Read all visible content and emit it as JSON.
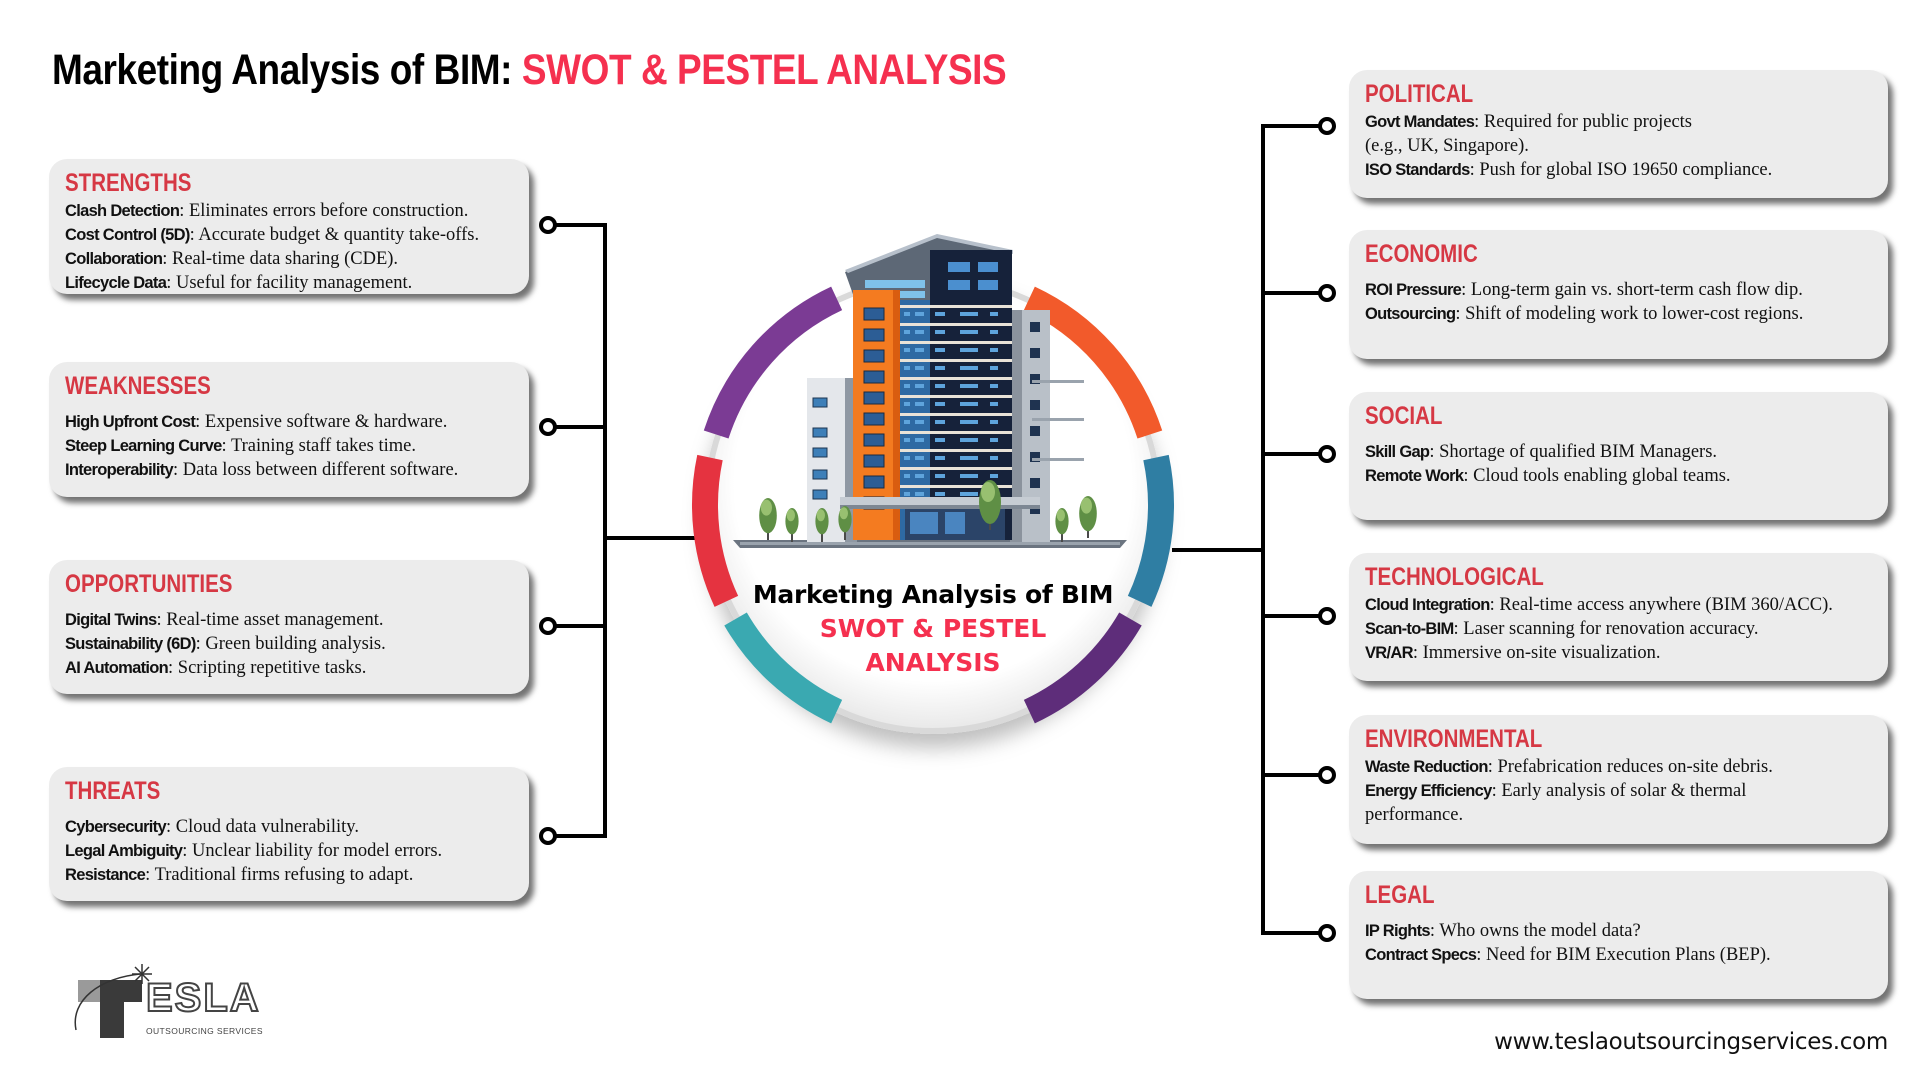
{
  "title": {
    "part1": "Marketing Analysis of BIM:",
    "part2": "SWOT & PESTEL ANALYSIS"
  },
  "center": {
    "line1": "Marketing Analysis of BIM",
    "line2": "SWOT & PESTEL",
    "line3": "ANALYSIS",
    "ring_colors": [
      "#7b3b94",
      "#e53340",
      "#3aa9b1",
      "#f25a2b",
      "#2f7ea3",
      "#5e2d7a"
    ]
  },
  "swot": [
    {
      "heading": "STRENGTHS",
      "items": [
        {
          "key": "Clash Detection",
          "text": ": Eliminates errors before construction."
        },
        {
          "key": "Cost Control (5D)",
          "text": ": Accurate budget & quantity take-offs."
        },
        {
          "key": "Collaboration",
          "text": ": Real-time data sharing (CDE)."
        },
        {
          "key": "Lifecycle Data",
          "text": ": Useful for facility management."
        }
      ]
    },
    {
      "heading": "WEAKNESSES",
      "items": [
        {
          "key": "High Upfront Cost",
          "text": ": Expensive software & hardware."
        },
        {
          "key": "Steep Learning Curve",
          "text": ": Training staff takes time."
        },
        {
          "key": "Interoperability",
          "text": ": Data loss between different software."
        }
      ]
    },
    {
      "heading": "OPPORTUNITIES",
      "items": [
        {
          "key": "Digital Twins",
          "text": ": Real-time asset management."
        },
        {
          "key": "Sustainability (6D)",
          "text": ": Green building analysis."
        },
        {
          "key": "AI Automation",
          "text": ": Scripting repetitive tasks."
        }
      ]
    },
    {
      "heading": "THREATS",
      "items": [
        {
          "key": "Cybersecurity",
          "text": ": Cloud data vulnerability."
        },
        {
          "key": "Legal Ambiguity",
          "text": ": Unclear liability for model errors."
        },
        {
          "key": "Resistance",
          "text": ": Traditional firms refusing to adapt."
        }
      ]
    }
  ],
  "pestel": [
    {
      "heading": "POLITICAL",
      "items": [
        {
          "key": "Govt Mandates",
          "text": ": Required for public projects"
        },
        {
          "key": "",
          "text": "(e.g., UK, Singapore)."
        },
        {
          "key": "ISO Standards",
          "text": ": Push for global ISO 19650 compliance."
        }
      ]
    },
    {
      "heading": "ECONOMIC",
      "items": [
        {
          "key": "ROI Pressure",
          "text": ": Long-term gain vs. short-term cash flow dip."
        },
        {
          "key": "Outsourcing",
          "text": ": Shift of modeling work to lower-cost regions."
        }
      ]
    },
    {
      "heading": "SOCIAL",
      "items": [
        {
          "key": "Skill Gap",
          "text": ": Shortage of qualified BIM Managers."
        },
        {
          "key": "Remote Work",
          "text": ": Cloud tools enabling global teams."
        }
      ]
    },
    {
      "heading": "TECHNOLOGICAL",
      "items": [
        {
          "key": "Cloud Integration",
          "text": ": Real-time access anywhere (BIM 360/ACC)."
        },
        {
          "key": "Scan-to-BIM",
          "text": ": Laser scanning for renovation accuracy."
        },
        {
          "key": "VR/AR",
          "text": ": Immersive on-site visualization."
        }
      ]
    },
    {
      "heading": "ENVIRONMENTAL",
      "items": [
        {
          "key": "Waste Reduction",
          "text": ": Prefabrication reduces on-site debris."
        },
        {
          "key": "Energy Efficiency",
          "text": ": Early analysis of solar & thermal"
        },
        {
          "key": "",
          "text": "performance."
        }
      ]
    },
    {
      "heading": "LEGAL",
      "items": [
        {
          "key": "IP Rights",
          "text": ": Who owns the model data?"
        },
        {
          "key": "Contract Specs",
          "text": ": Need for BIM Execution Plans (BEP)."
        }
      ]
    }
  ],
  "logo": {
    "name": "ESLA",
    "tagline": "OUTSOURCING SERVICES"
  },
  "footer": {
    "url": "www.teslaoutsourcingservices.com"
  },
  "colors": {
    "heading_red": "#d63844",
    "title_red": "#f5304f",
    "box_bg": "#ececec"
  }
}
